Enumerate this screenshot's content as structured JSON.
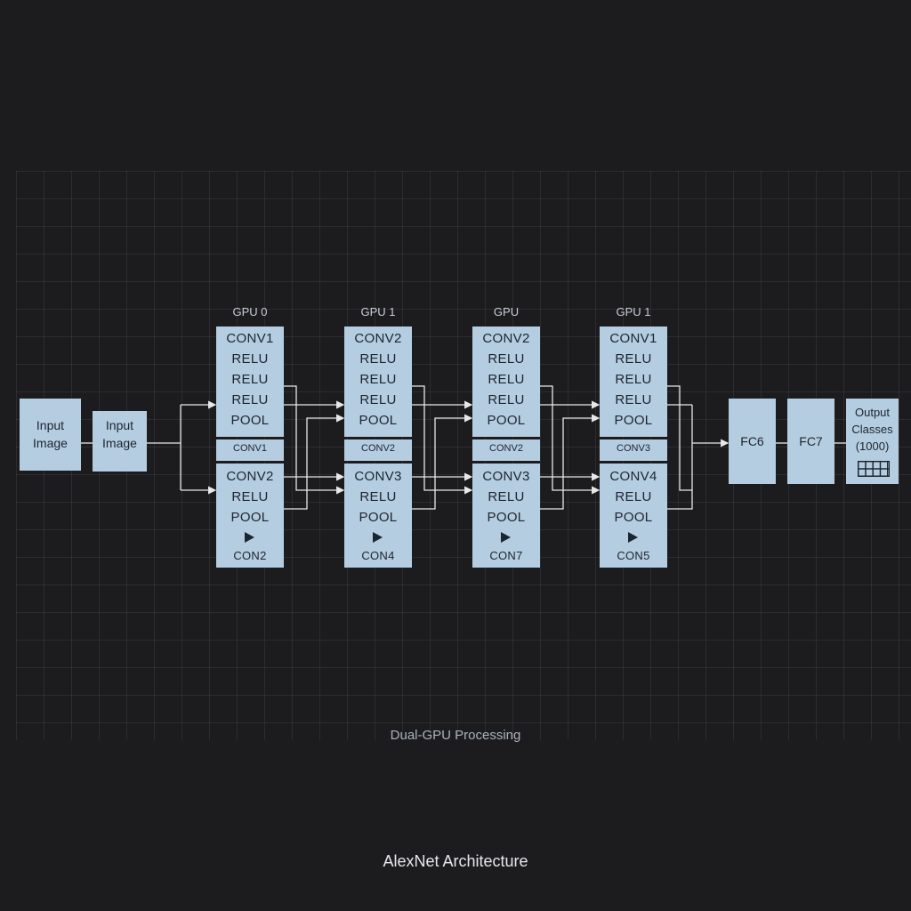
{
  "title": "AlexNet Architecture",
  "subtitle": "Dual-GPU Processing",
  "inputs": [
    {
      "label": "Input Image"
    },
    {
      "label": "Input Image"
    }
  ],
  "columns": [
    {
      "gpu_label": "GPU 0",
      "top": [
        "CONV1",
        "RELU",
        "RELU",
        "RELU",
        "POOL"
      ],
      "mid": "CONV1",
      "bottom": [
        "CONV2",
        "RELU",
        "POOL"
      ],
      "bottom_end": "CON2"
    },
    {
      "gpu_label": "GPU 1",
      "top": [
        "CONV2",
        "RELU",
        "RELU",
        "RELU",
        "POOL"
      ],
      "mid": "CONV2",
      "bottom": [
        "CONV3",
        "RELU",
        "POOL"
      ],
      "bottom_end": "CON4"
    },
    {
      "gpu_label": "GPU",
      "top": [
        "CONV2",
        "RELU",
        "RELU",
        "RELU",
        "POOL"
      ],
      "mid": "CONV2",
      "bottom": [
        "CONV3",
        "RELU",
        "POOL"
      ],
      "bottom_end": "CON7"
    },
    {
      "gpu_label": "GPU 1",
      "top": [
        "CONV1",
        "RELU",
        "RELU",
        "RELU",
        "POOL"
      ],
      "mid": "CONV3",
      "bottom": [
        "CONV4",
        "RELU",
        "POOL"
      ],
      "bottom_end": "CON5"
    }
  ],
  "fc": [
    {
      "label": "FC6"
    },
    {
      "label": "FC7"
    }
  ],
  "output": {
    "line1": "Output",
    "line2": "Classes",
    "line3": "(1000)",
    "icon": "table-grid-icon"
  },
  "colors": {
    "background": "#1c1c1f",
    "box": "#b5cde0",
    "line": "#e8e8e8",
    "text_light": "#c8cdd4"
  }
}
